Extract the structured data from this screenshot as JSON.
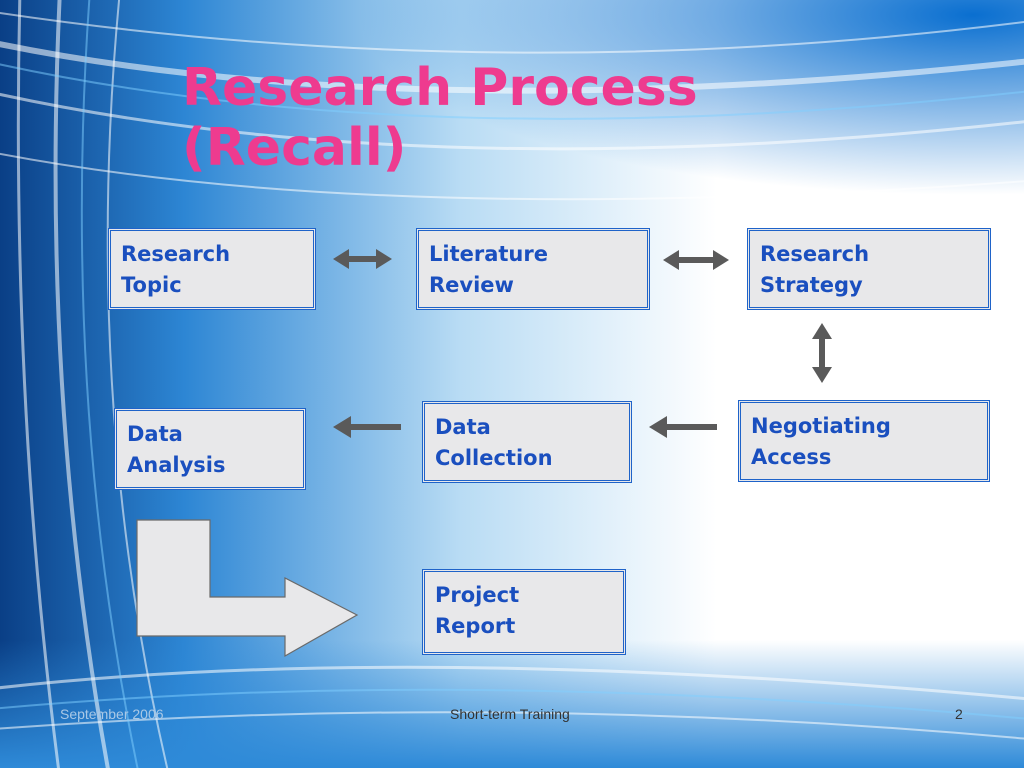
{
  "slide": {
    "title_line1": "Research Process",
    "title_line2": "(Recall)"
  },
  "boxes": {
    "research_topic": [
      "Research",
      "Topic"
    ],
    "literature_review": [
      "Literature",
      "Review"
    ],
    "research_strategy": [
      "Research",
      "Strategy"
    ],
    "data_analysis": [
      "Data",
      "Analysis"
    ],
    "data_collection": [
      "Data",
      "Collection"
    ],
    "negotiating_access": [
      "Negotiating",
      "Access"
    ],
    "project_report": [
      "Project",
      "Report"
    ]
  },
  "footer": {
    "date": "September 2006",
    "center": "Short-term Training",
    "page": "2"
  },
  "colors": {
    "title": "#ee3b8f",
    "box_text": "#1a4fbf",
    "box_border": "#1f63c9",
    "arrow": "#5a5a5a"
  }
}
